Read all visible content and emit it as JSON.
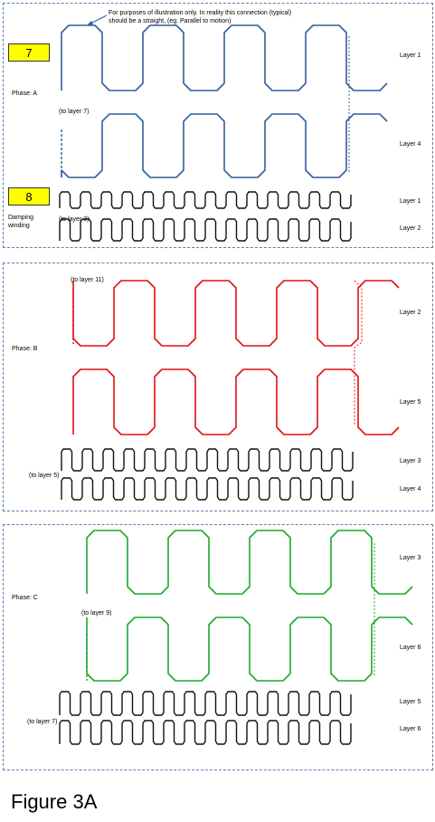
{
  "note": "For purposes of illustration only. In reality this connection (typical) should be a straight, (eg. Parallel to motion)",
  "figure_caption": "Figure 3A",
  "panels": [
    {
      "badges": [
        "7",
        "8"
      ],
      "phase_label": "Phase: A",
      "damping_label": "Damping winding",
      "to_labels": [
        "(to layer 7)",
        "(to layer 3)"
      ],
      "layers": [
        "Layer 1",
        "Layer 4",
        "Layer 1",
        "Layer 2"
      ],
      "color": "#2f5f9e"
    },
    {
      "phase_label": "Phase: B",
      "to_labels": [
        "(to layer 11)",
        "(to layer 5)"
      ],
      "layers": [
        "Layer 2",
        "Layer 5",
        "Layer 3",
        "Layer 4"
      ],
      "color": "#e01010"
    },
    {
      "phase_label": "Phase: C",
      "to_labels": [
        "(to layer 9)",
        "(to layer 7)"
      ],
      "layers": [
        "Layer 3",
        "Layer 6",
        "Layer 5",
        "Layer 6"
      ],
      "color": "#1aaa2a"
    }
  ]
}
